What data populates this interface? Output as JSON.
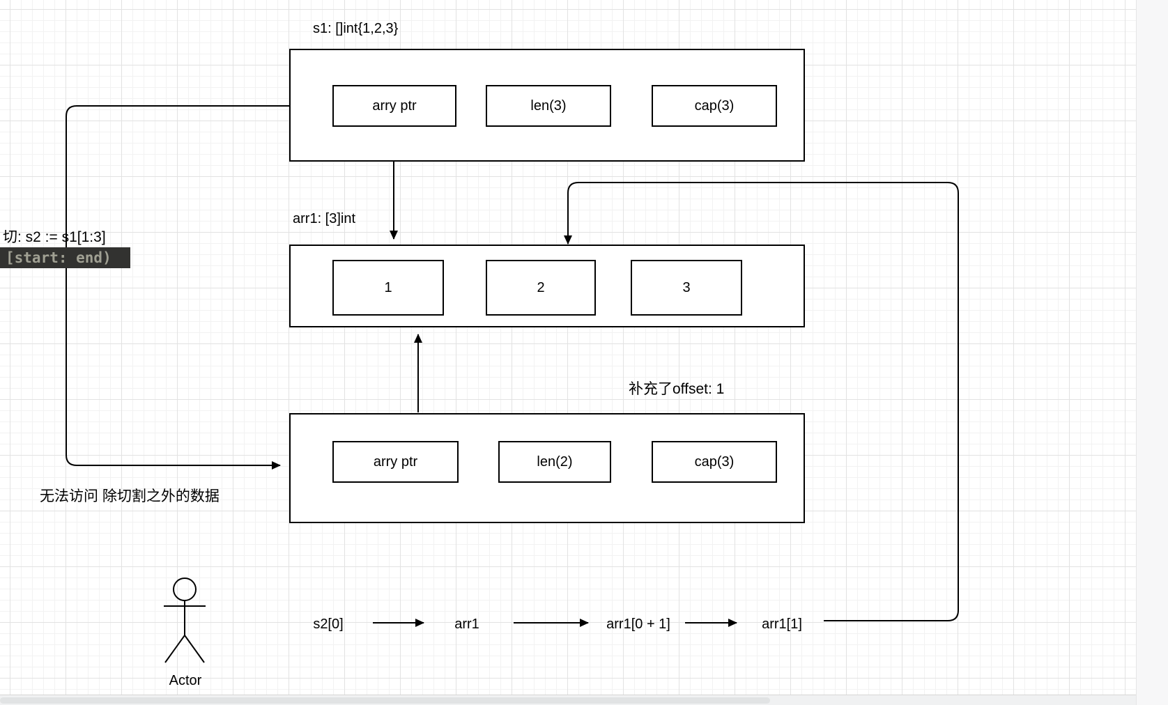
{
  "colors": {
    "stroke": "#000000",
    "canvas_bg": "#ffffff",
    "grid_minor": "#f2f2f2",
    "grid_major": "#e2e2e2",
    "code_chip_bg": "#323230",
    "code_chip_text": "#a0a093",
    "gutter_bg": "#f7f7f8",
    "scrollbar_bg": "#f0f1f2",
    "scrollbar_thumb": "#e1e3e4"
  },
  "diagram": {
    "s1_box": {
      "title": "s1: []int{1,2,3}",
      "cells": [
        {
          "label": "arry ptr"
        },
        {
          "label": "len(3)"
        },
        {
          "label": "cap(3)"
        }
      ]
    },
    "arr1_box": {
      "title": "arr1: [3]int",
      "cells": [
        {
          "label": "1"
        },
        {
          "label": "2"
        },
        {
          "label": "3"
        }
      ]
    },
    "s2_box": {
      "title": "补充了offset: 1",
      "cells": [
        {
          "label": "arry ptr"
        },
        {
          "label": "len(2)"
        },
        {
          "label": "cap(3)"
        }
      ]
    },
    "annotations": {
      "slice_note": "切:  s2 := s1[1:3]",
      "range_note": "[start: end)",
      "no_access_note": "无法访问 除切割之外的数据"
    },
    "actor": {
      "label": "Actor"
    },
    "flow": {
      "items": [
        {
          "label": "s2[0]"
        },
        {
          "label": "arr1"
        },
        {
          "label": "arr1[0 + 1]"
        },
        {
          "label": "arr1[1]"
        }
      ]
    }
  }
}
